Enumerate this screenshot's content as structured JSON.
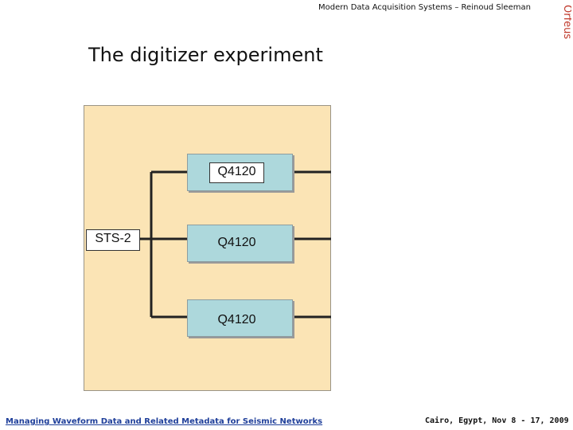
{
  "header": {
    "text": "Modern Data Acquisition Systems – Reinoud Sleeman"
  },
  "logo": {
    "text": "Orfeus",
    "color": "#c0392b"
  },
  "slide": {
    "title": "The digitizer experiment"
  },
  "diagram": {
    "sensor_label": "STS-2",
    "digitizers": [
      {
        "label": "Q4120"
      },
      {
        "label": "Q4120"
      },
      {
        "label": "Q4120"
      }
    ],
    "panel_color": "#fbe4b5",
    "digitizer_color": "#add8dc"
  },
  "footer": {
    "left": "Managing Waveform Data and Related Metadata for Seismic Networks",
    "right": "Cairo, Egypt, Nov 8 - 17, 2009"
  }
}
